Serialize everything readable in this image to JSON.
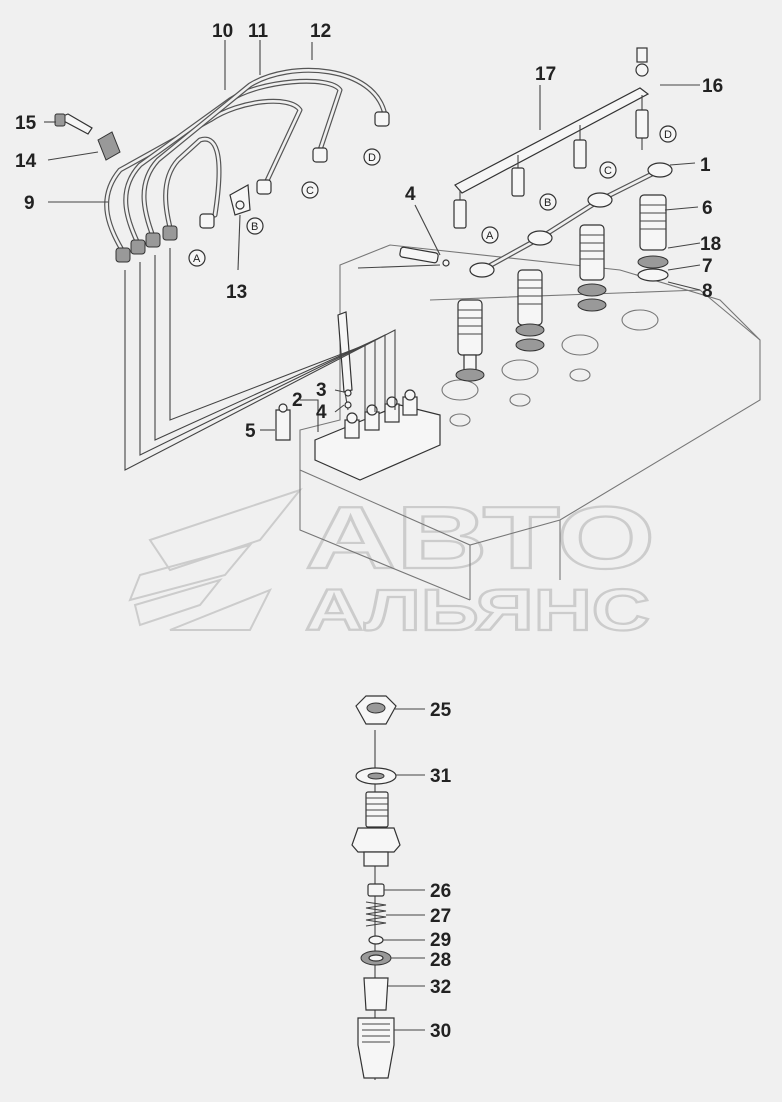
{
  "watermark": {
    "line1": "АВТО",
    "line2": "АЛЬЯНС"
  },
  "callouts": [
    "1",
    "2",
    "3",
    "4",
    "4",
    "5",
    "6",
    "7",
    "8",
    "9",
    "10",
    "11",
    "12",
    "13",
    "14",
    "15",
    "16",
    "17",
    "18",
    "25",
    "26",
    "27",
    "28",
    "29",
    "30",
    "31",
    "32"
  ],
  "connectors": [
    "A",
    "B",
    "C",
    "D",
    "A",
    "B",
    "C",
    "D"
  ]
}
